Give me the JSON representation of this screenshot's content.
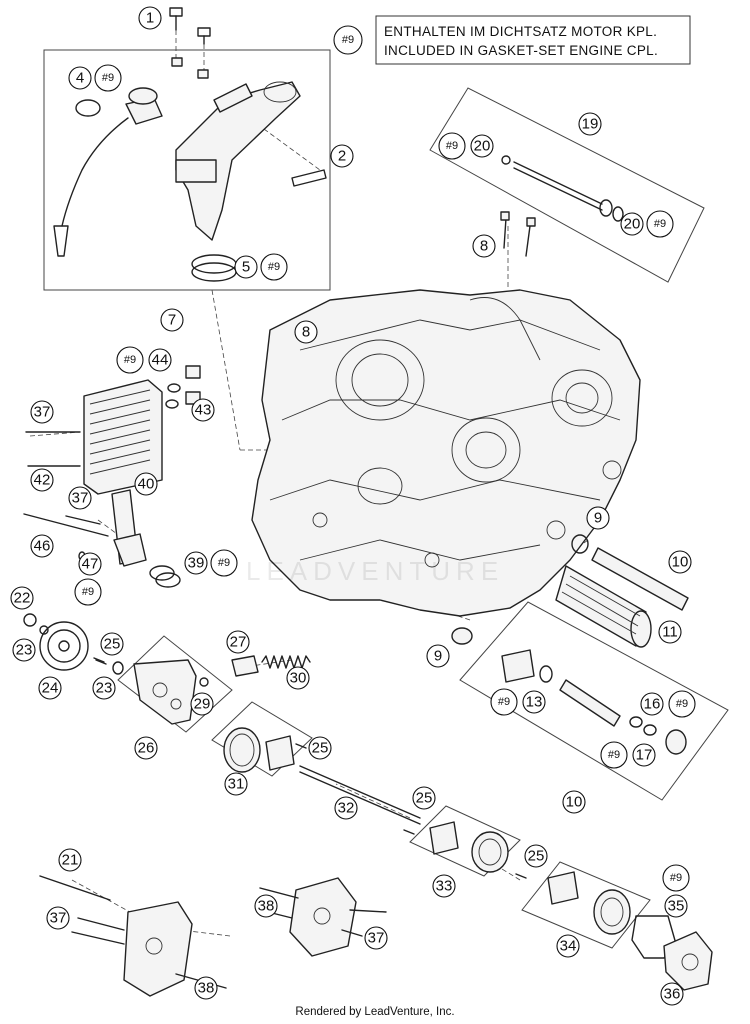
{
  "notice": {
    "tag": "#9",
    "line1": "ENTHALTEN IM DICHTSATZ MOTOR KPL.",
    "line2": "INCLUDED IN GASKET-SET ENGINE CPL."
  },
  "watermark": "LEADVENTURE",
  "footer": "Rendered by LeadVenture, Inc.",
  "callouts": [
    {
      "id": "c1",
      "label": "1"
    },
    {
      "id": "c2",
      "label": "2"
    },
    {
      "id": "c4",
      "label": "4"
    },
    {
      "id": "c4t",
      "label": "#9"
    },
    {
      "id": "c5",
      "label": "5"
    },
    {
      "id": "c5t",
      "label": "#9"
    },
    {
      "id": "c7",
      "label": "7"
    },
    {
      "id": "c8a",
      "label": "8"
    },
    {
      "id": "c8b",
      "label": "8"
    },
    {
      "id": "c19",
      "label": "19"
    },
    {
      "id": "c19ta",
      "label": "#9"
    },
    {
      "id": "c20a",
      "label": "20"
    },
    {
      "id": "c20b",
      "label": "20"
    },
    {
      "id": "c19tb",
      "label": "#9"
    },
    {
      "id": "c44t",
      "label": "#9"
    },
    {
      "id": "c44",
      "label": "44"
    },
    {
      "id": "c43",
      "label": "43"
    },
    {
      "id": "c37a",
      "label": "37"
    },
    {
      "id": "c42",
      "label": "42"
    },
    {
      "id": "c40",
      "label": "40"
    },
    {
      "id": "c37b",
      "label": "37"
    },
    {
      "id": "c46",
      "label": "46"
    },
    {
      "id": "c47",
      "label": "47"
    },
    {
      "id": "c47t",
      "label": "#9"
    },
    {
      "id": "c39",
      "label": "39"
    },
    {
      "id": "c39t",
      "label": "#9"
    },
    {
      "id": "c9a",
      "label": "9"
    },
    {
      "id": "c10a",
      "label": "10"
    },
    {
      "id": "c11",
      "label": "11"
    },
    {
      "id": "c9b",
      "label": "9"
    },
    {
      "id": "c13t",
      "label": "#9"
    },
    {
      "id": "c13",
      "label": "13"
    },
    {
      "id": "c16",
      "label": "16"
    },
    {
      "id": "c16t",
      "label": "#9"
    },
    {
      "id": "c17t",
      "label": "#9"
    },
    {
      "id": "c17",
      "label": "17"
    },
    {
      "id": "c10b",
      "label": "10"
    },
    {
      "id": "c22",
      "label": "22"
    },
    {
      "id": "c23a",
      "label": "23"
    },
    {
      "id": "c24",
      "label": "24"
    },
    {
      "id": "c25a",
      "label": "25"
    },
    {
      "id": "c23b",
      "label": "23"
    },
    {
      "id": "c27",
      "label": "27"
    },
    {
      "id": "c30",
      "label": "30"
    },
    {
      "id": "c29",
      "label": "29"
    },
    {
      "id": "c26",
      "label": "26"
    },
    {
      "id": "c25b",
      "label": "25"
    },
    {
      "id": "c31",
      "label": "31"
    },
    {
      "id": "c32",
      "label": "32"
    },
    {
      "id": "c25c",
      "label": "25"
    },
    {
      "id": "c25d",
      "label": "25"
    },
    {
      "id": "c33",
      "label": "33"
    },
    {
      "id": "c21",
      "label": "21"
    },
    {
      "id": "c37c",
      "label": "37"
    },
    {
      "id": "c38a",
      "label": "38"
    },
    {
      "id": "c37d",
      "label": "37"
    },
    {
      "id": "c38b",
      "label": "38"
    },
    {
      "id": "c34",
      "label": "34"
    },
    {
      "id": "c35t",
      "label": "#9"
    },
    {
      "id": "c35",
      "label": "35"
    },
    {
      "id": "c36",
      "label": "36"
    }
  ]
}
